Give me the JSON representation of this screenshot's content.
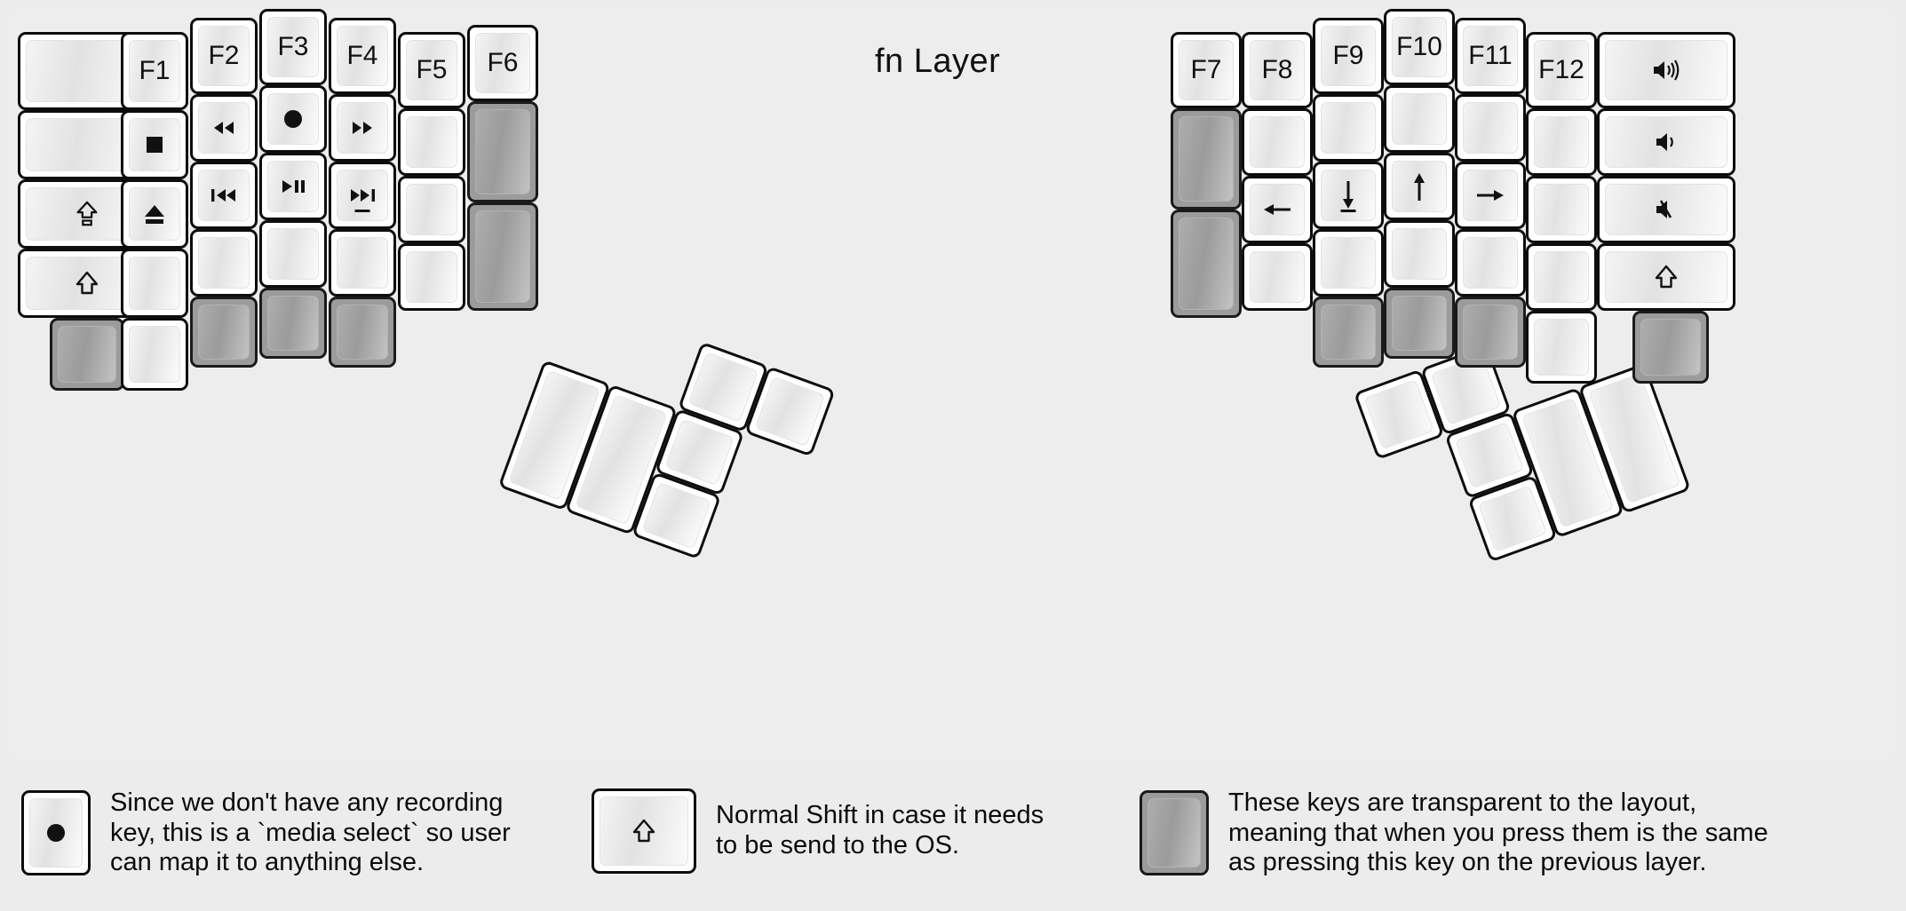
{
  "title": "fn Layer",
  "colors": {
    "background": "#ececec",
    "panel": "#ededed",
    "key_white": "#ffffff",
    "key_transparent": "#9b9b9b",
    "outline": "#0d0d0d",
    "text": "#111111"
  },
  "left_half": {
    "columns": [
      {
        "name": "col-1",
        "width_u": 1.5,
        "keys": [
          {
            "label": "",
            "icon": "",
            "transparent": false
          },
          {
            "label": "",
            "icon": "",
            "transparent": false
          },
          {
            "label": "",
            "icon": "caps-lock-shift-icon",
            "transparent": false
          },
          {
            "label": "",
            "icon": "shift-icon",
            "transparent": false
          },
          {
            "label": "",
            "icon": "",
            "transparent": true
          }
        ]
      },
      {
        "name": "col-2",
        "width_u": 1,
        "keys": [
          {
            "label": "F1",
            "icon": "",
            "transparent": false
          },
          {
            "label": "",
            "icon": "stop-icon",
            "transparent": false
          },
          {
            "label": "",
            "icon": "eject-icon",
            "transparent": false
          },
          {
            "label": "",
            "icon": "",
            "transparent": false
          },
          {
            "label": "",
            "icon": "",
            "transparent": false
          }
        ]
      },
      {
        "name": "col-3",
        "width_u": 1,
        "keys": [
          {
            "label": "F2",
            "icon": "",
            "transparent": false
          },
          {
            "label": "",
            "icon": "rewind-icon",
            "transparent": false
          },
          {
            "label": "",
            "icon": "previous-track-icon",
            "transparent": false
          },
          {
            "label": "",
            "icon": "",
            "transparent": false
          },
          {
            "label": "",
            "icon": "",
            "transparent": true
          }
        ]
      },
      {
        "name": "col-4",
        "width_u": 1,
        "keys": [
          {
            "label": "F3",
            "icon": "",
            "transparent": false
          },
          {
            "label": "",
            "icon": "record-icon",
            "transparent": false
          },
          {
            "label": "",
            "icon": "play-pause-icon",
            "transparent": false
          },
          {
            "label": "",
            "icon": "",
            "transparent": false
          },
          {
            "label": "",
            "icon": "",
            "transparent": true
          }
        ]
      },
      {
        "name": "col-5",
        "width_u": 1,
        "keys": [
          {
            "label": "F4",
            "icon": "",
            "transparent": false
          },
          {
            "label": "",
            "icon": "fast-forward-icon",
            "transparent": false
          },
          {
            "label": "",
            "icon": "next-track-icon",
            "transparent": false
          },
          {
            "label": "",
            "icon": "",
            "transparent": false
          },
          {
            "label": "",
            "icon": "",
            "transparent": true
          }
        ]
      },
      {
        "name": "col-6",
        "width_u": 1,
        "keys": [
          {
            "label": "F5",
            "icon": "",
            "transparent": false
          },
          {
            "label": "",
            "icon": "",
            "transparent": false
          },
          {
            "label": "",
            "icon": "",
            "transparent": false
          },
          {
            "label": "",
            "icon": "",
            "transparent": false
          }
        ]
      },
      {
        "name": "col-7",
        "width_u": 1,
        "keys": [
          {
            "label": "F6",
            "icon": "",
            "transparent": false
          },
          {
            "label": "",
            "icon": "",
            "transparent": true,
            "height_u": 1.5
          },
          {
            "label": "",
            "icon": "",
            "transparent": true,
            "height_u": 1.5
          }
        ]
      }
    ]
  },
  "right_half": {
    "columns": [
      {
        "name": "col-1",
        "width_u": 1,
        "keys": [
          {
            "label": "F7",
            "icon": "",
            "transparent": false
          },
          {
            "label": "",
            "icon": "",
            "transparent": true,
            "height_u": 1.5
          },
          {
            "label": "",
            "icon": "",
            "transparent": true,
            "height_u": 1.5
          }
        ]
      },
      {
        "name": "col-2",
        "width_u": 1,
        "keys": [
          {
            "label": "F8",
            "icon": "",
            "transparent": false
          },
          {
            "label": "",
            "icon": "",
            "transparent": false
          },
          {
            "label": "",
            "icon": "arrow-left-icon",
            "transparent": false
          },
          {
            "label": "",
            "icon": "",
            "transparent": false
          }
        ]
      },
      {
        "name": "col-3",
        "width_u": 1,
        "keys": [
          {
            "label": "F9",
            "icon": "",
            "transparent": false
          },
          {
            "label": "",
            "icon": "",
            "transparent": false
          },
          {
            "label": "",
            "icon": "arrow-down-icon",
            "transparent": false
          },
          {
            "label": "",
            "icon": "",
            "transparent": false
          },
          {
            "label": "",
            "icon": "",
            "transparent": true
          }
        ]
      },
      {
        "name": "col-4",
        "width_u": 1,
        "keys": [
          {
            "label": "F10",
            "icon": "",
            "transparent": false
          },
          {
            "label": "",
            "icon": "",
            "transparent": false
          },
          {
            "label": "",
            "icon": "arrow-up-icon",
            "transparent": false
          },
          {
            "label": "",
            "icon": "",
            "transparent": false
          },
          {
            "label": "",
            "icon": "",
            "transparent": true
          }
        ]
      },
      {
        "name": "col-5",
        "width_u": 1,
        "keys": [
          {
            "label": "F11",
            "icon": "",
            "transparent": false
          },
          {
            "label": "",
            "icon": "",
            "transparent": false
          },
          {
            "label": "",
            "icon": "arrow-right-icon",
            "transparent": false
          },
          {
            "label": "",
            "icon": "",
            "transparent": false
          },
          {
            "label": "",
            "icon": "",
            "transparent": true
          }
        ]
      },
      {
        "name": "col-6",
        "width_u": 1,
        "keys": [
          {
            "label": "F12",
            "icon": "",
            "transparent": false
          },
          {
            "label": "",
            "icon": "",
            "transparent": false
          },
          {
            "label": "",
            "icon": "",
            "transparent": false
          },
          {
            "label": "",
            "icon": "",
            "transparent": false
          }
        ]
      },
      {
        "name": "col-7",
        "width_u": 1.5,
        "keys": [
          {
            "label": "",
            "icon": "volume-up-icon",
            "transparent": false
          },
          {
            "label": "",
            "icon": "volume-down-icon",
            "transparent": false
          },
          {
            "label": "",
            "icon": "volume-mute-icon",
            "transparent": false
          },
          {
            "label": "",
            "icon": "shift-icon",
            "transparent": false
          },
          {
            "label": "",
            "icon": "",
            "transparent": true
          }
        ]
      }
    ]
  },
  "left_thumb": {
    "rotation_deg": 20,
    "keys": [
      {
        "name": "thumb-big-1",
        "label": "",
        "transparent": false
      },
      {
        "name": "thumb-big-2",
        "label": "",
        "transparent": false
      },
      {
        "name": "thumb-small-1",
        "label": "",
        "transparent": false
      },
      {
        "name": "thumb-small-2",
        "label": "",
        "transparent": false
      },
      {
        "name": "thumb-small-3",
        "label": "",
        "transparent": false
      }
    ]
  },
  "right_thumb": {
    "rotation_deg": -20,
    "keys": [
      {
        "name": "thumb-big-1",
        "label": "",
        "transparent": false
      },
      {
        "name": "thumb-big-2",
        "label": "",
        "transparent": false
      },
      {
        "name": "thumb-small-1",
        "label": "",
        "transparent": false
      },
      {
        "name": "thumb-small-2",
        "label": "",
        "transparent": false
      },
      {
        "name": "thumb-small-3",
        "label": "",
        "transparent": false
      }
    ]
  },
  "legend": [
    {
      "icon": "record-icon",
      "transparent": false,
      "text": "Since we don't have any recording\nkey, this is a `media select` so user\ncan map it to anything else."
    },
    {
      "icon": "shift-icon",
      "transparent": false,
      "text": "Normal Shift in case it needs\nto be send to the OS."
    },
    {
      "icon": "",
      "transparent": true,
      "text": "These keys are transparent to the layout,\nmeaning that when you press them is the same\nas pressing this key on the previous layer."
    }
  ]
}
